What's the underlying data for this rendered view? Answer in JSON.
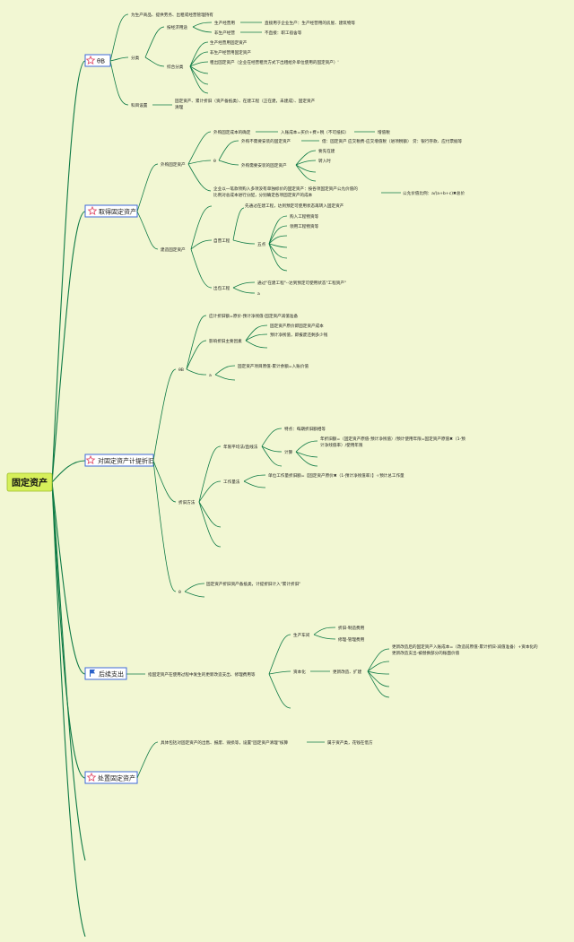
{
  "center": {
    "label": "固定资产"
  },
  "branches": {
    "intro": {
      "label": "θB",
      "items": {
        "purpose": "为生产商品、提供劳务、出租或经营管理持有",
        "category": "分类",
        "by_use": "按经济用途",
        "production": "生产经营用",
        "production_desc": "直接用于企业生产：生产经营用的房屋、建筑物等",
        "non_production": "非生产经营",
        "non_production_desc": "不直接：职工宿舍等",
        "combined": "综合分类",
        "c1": "生产经营用固定资产",
        "c2": "非生产经营用固定资产",
        "c3": "租出固定资产（企业在经营租赁方式下出租给外单位使用的固定资产）'",
        "accounts": "科目设置",
        "accounts_desc1": "固定资产、累计折旧（资产备抵类）、在建工程（正在建，未建成）、固定资产",
        "accounts_desc2": "清理"
      }
    },
    "acquire": {
      "label": "取得固定资产",
      "items": {
        "purchase": "外购固定资产",
        "cost_rule": "外购固定成本的确定",
        "cost_formula": "入账成本=买价+费+税（不可抵扣）",
        "tax": "增值税",
        "sub": "θ",
        "no_install": "外购不需要安装的固定资产",
        "no_install_desc": "借：固定资产 应交税费-应交增值税（进项税额） 贷：银行存款、应付票据等",
        "need_install": "外购需要安装的固定资产",
        "install_a": "要先在建",
        "install_b": "转入时",
        "bulk1": "企业以一笔款项购入多项没有单独标价的固定资产：按各项固定资产公允价值的",
        "bulk2": "比例对总成本进行分配，分别确定各项固定资产的成本",
        "ratio": "公允价值比例：a/(a+b+c)✖总价",
        "construct": "建造固定资产",
        "construct_note": "先通过在建工程，达到预定可使用状态再转入固定资产",
        "self_built": "自营工程",
        "points": "五点",
        "p1": "购入工程物资等",
        "p2": "领用工程物资等",
        "outsourced": "出包工程",
        "outsourced_desc": "通过\"在建工程\"--达到预定可使用状态\"工程资产\"",
        "outsourced_mark": "a"
      }
    },
    "depreciation": {
      "label": "对固定资产计提折旧",
      "items": {
        "sub": "θB",
        "total": "应计折旧额=原价-预计净残值-固定资产减值准备",
        "factors": "影响折旧主要因素",
        "f1": "固定资产原价即固定资产成本",
        "f2": "预计净残值，即报废还剩多少钱",
        "a": "a",
        "net": "固定资产项目原值-累计余额=入账价值",
        "methods": "折旧方法",
        "straight": "年限平均法/直线法",
        "feature": "特点：每期折旧额相等",
        "calc": "计算",
        "formula1a": "年折旧额=（固定资产原值-预计净残值）/预计使用年限=固定资产原值✖（1-预",
        "formula1b": "计净残值率）/使用年限",
        "workload": "工作量法",
        "workload_formula": "单位工作量折旧额=【固定资产原价✖（1-预计净残值率）】÷预计总工作量",
        "mark": "θ",
        "monthly": "固定资产折旧资产备抵类，计提折旧计入\"累计折旧\""
      }
    },
    "subsequent": {
      "label": "后续支出",
      "items": {
        "desc": "指固定资产在使用过程中发生的更新改造支出、修理费用等",
        "prod": "生产车间",
        "prod1": "折旧-制造费用",
        "prod2": "修理-管理费用",
        "capitalize": "资本化",
        "upgrade": "更新改造、扩建",
        "cap_desc1": "更新改造后的固定资产入账成本=（改造前原值-累计折旧-减值准备）+资本化的",
        "cap_desc2": "更新改造支出-被替换部分的账面价值"
      }
    },
    "disposal": {
      "label": "处置固定资产",
      "items": {
        "desc": "具体包括对固定资产的出售、报废、毁损等，设置\"固定资产清理\"核算",
        "note": "属于资产类，花钱在借方"
      }
    }
  },
  "colors": {
    "line": "#0e7a45",
    "box_border": "#3f6ad8",
    "background": "#f2f7d3",
    "center_fill": "#d6ef5a",
    "star": "#e0506b",
    "flag": "#2b62c9"
  }
}
